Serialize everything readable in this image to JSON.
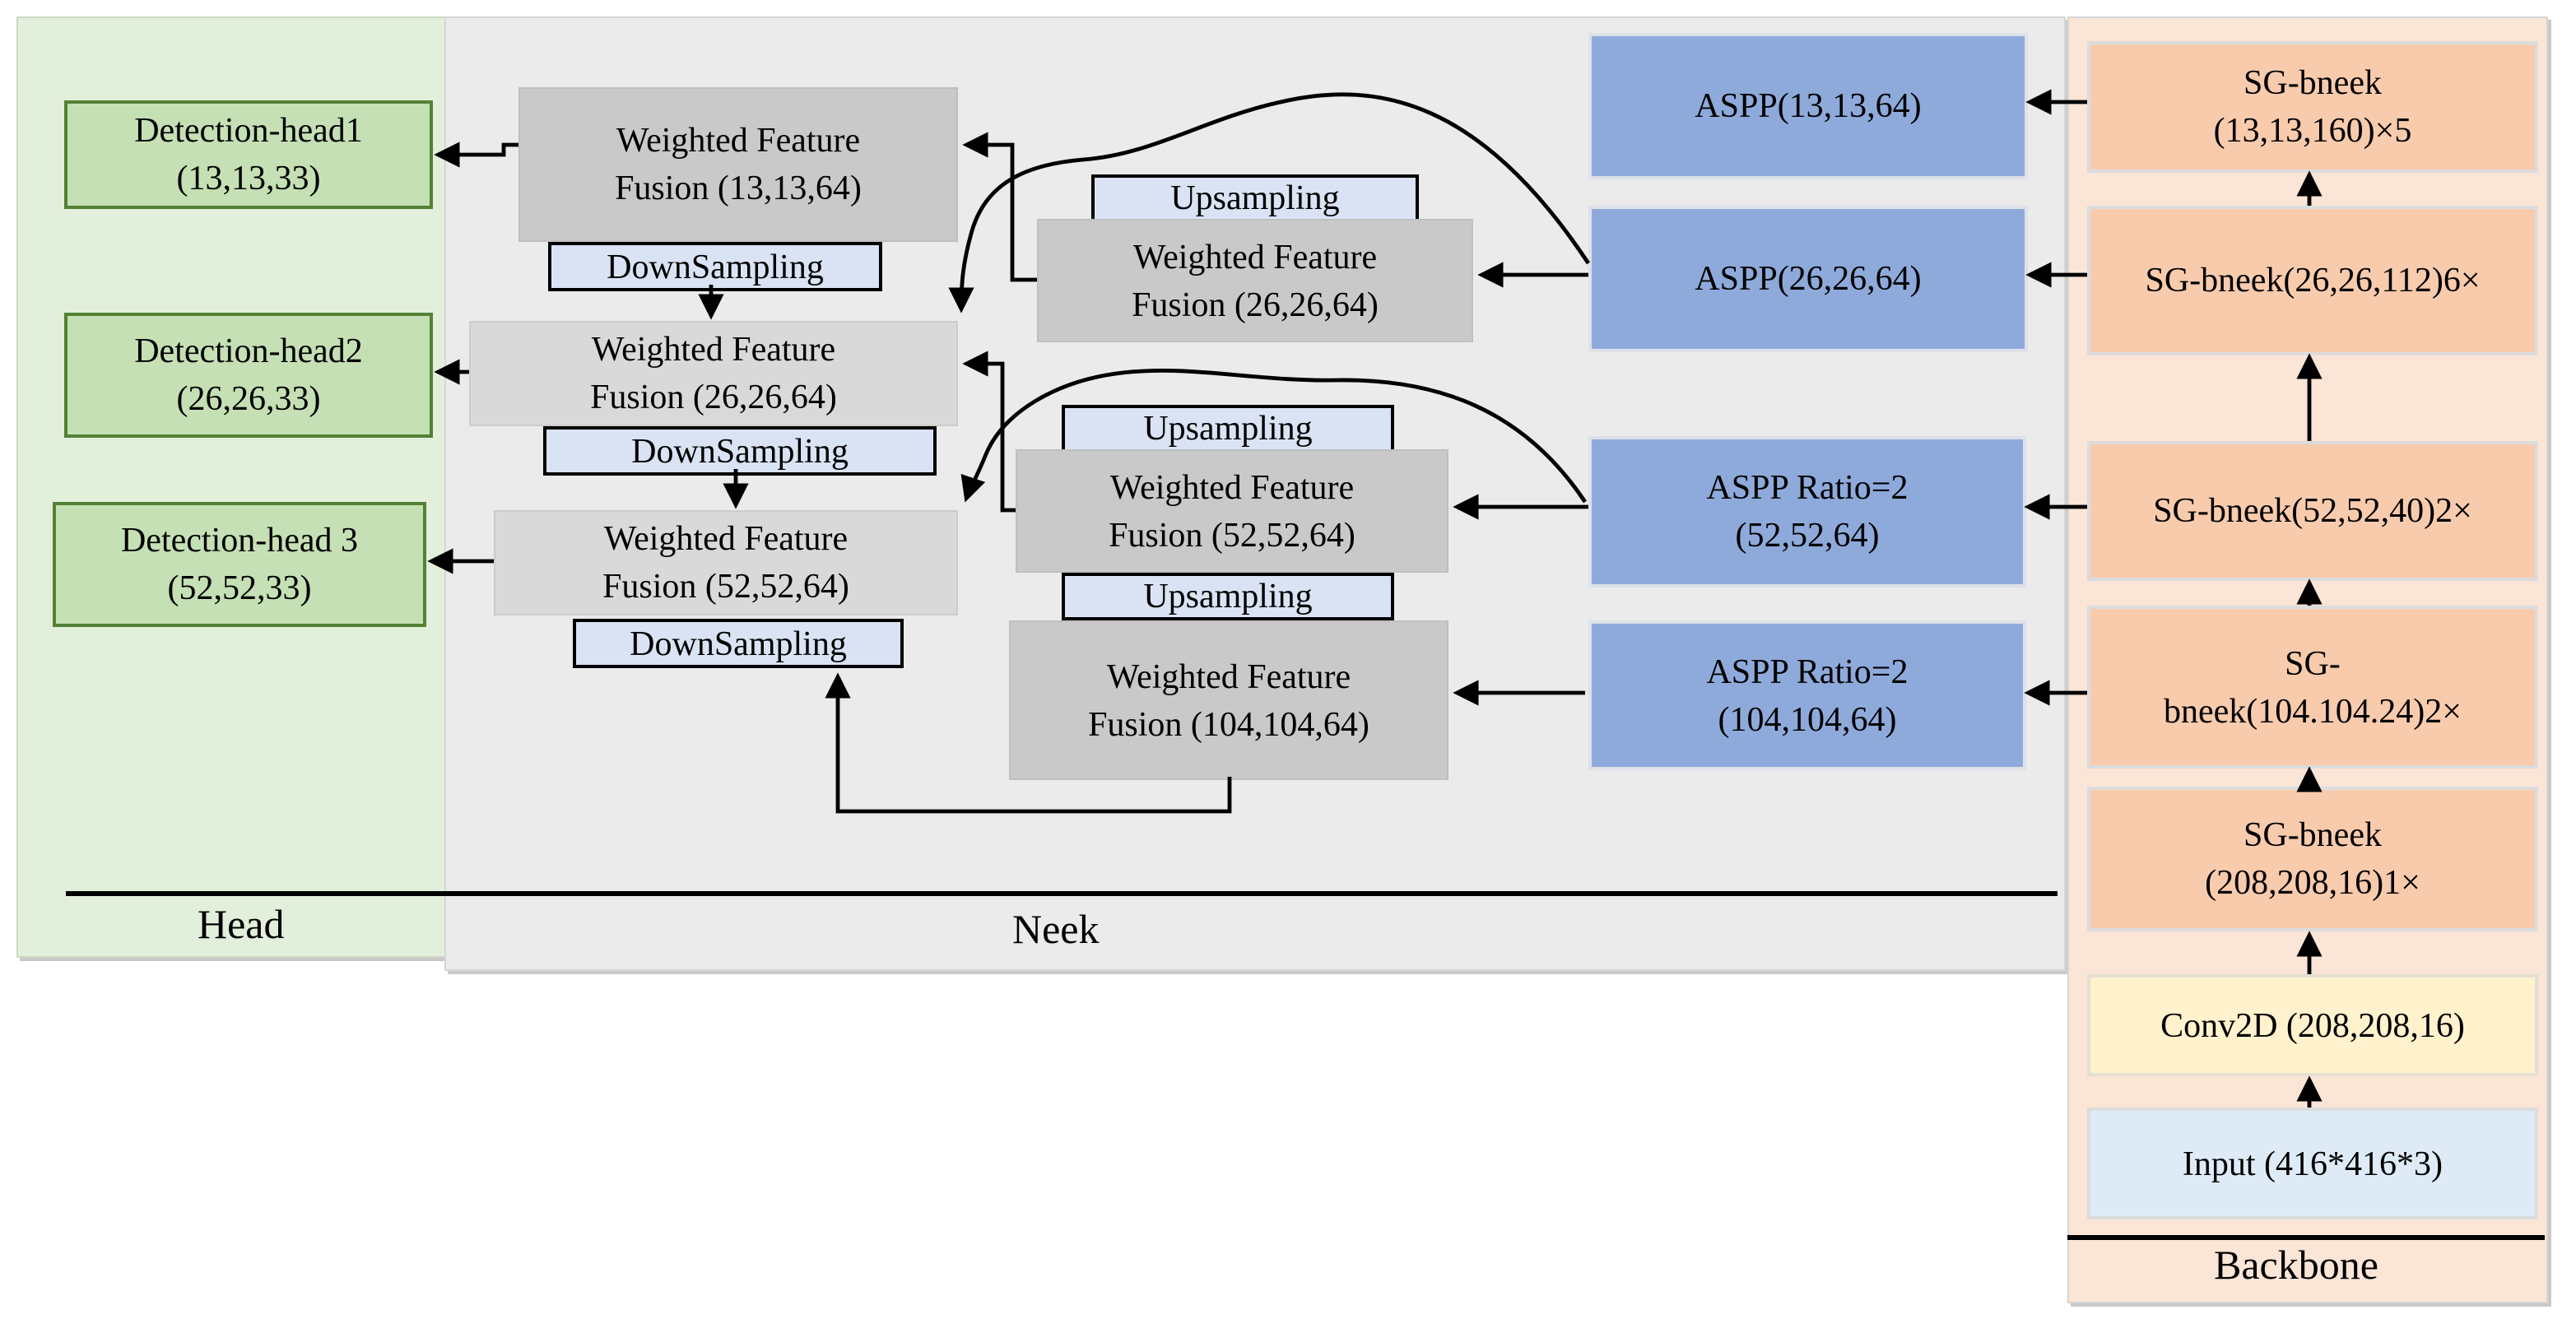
{
  "sections": {
    "head_label": "Head",
    "neck_label": "Neek",
    "backbone_label": "Backbone"
  },
  "head": {
    "detection_head1": {
      "line1": "Detection-head1",
      "line2": "(13,13,33)"
    },
    "detection_head2": {
      "line1": "Detection-head2",
      "line2": "(26,26,33)"
    },
    "detection_head3": {
      "line1": "Detection-head 3",
      "line2": "(52,52,33)"
    }
  },
  "neck": {
    "wff13": {
      "line1": "Weighted Feature",
      "line2": "Fusion (13,13,64)"
    },
    "wff26_left": {
      "line1": "Weighted Feature",
      "line2": "Fusion (26,26,64)"
    },
    "wff52_left": {
      "line1": "Weighted Feature",
      "line2": "Fusion (52,52,64)"
    },
    "wff26_mid": {
      "line1": "Weighted Feature",
      "line2": "Fusion (26,26,64)"
    },
    "wff52_mid": {
      "line1": "Weighted Feature",
      "line2": "Fusion (52,52,64)"
    },
    "wff104_mid": {
      "line1": "Weighted Feature",
      "line2": "Fusion (104,104,64)"
    },
    "downsampling1": "DownSampling",
    "downsampling2": "DownSampling",
    "downsampling3": "DownSampling",
    "upsampling1": "Upsampling",
    "upsampling2": "Upsampling",
    "upsampling3": "Upsampling",
    "aspp13": {
      "line1": "ASPP(13,13,64)"
    },
    "aspp26": {
      "line1": "ASPP(26,26,64)"
    },
    "aspp52": {
      "line1": "ASPP Ratio=2",
      "line2": "(52,52,64)"
    },
    "aspp104": {
      "line1": "ASPP Ratio=2",
      "line2": "(104,104,64)"
    }
  },
  "backbone": {
    "sg13": {
      "line1": "SG-bneek",
      "line2": "(13,13,160)×5"
    },
    "sg26": {
      "line1": "SG-bneek(26,26,112)6×"
    },
    "sg52": {
      "line1": "SG-bneek(52,52,40)2×"
    },
    "sg104": {
      "line1": "SG-",
      "line2": "bneek(104.104.24)2×"
    },
    "sg208": {
      "line1": "SG-bneek",
      "line2": "(208,208,16)1×"
    },
    "conv2d": {
      "line1": "Conv2D (208,208,16)"
    },
    "input": {
      "line1": "Input (416*416*3)"
    }
  },
  "colors": {
    "head_panel": "#e2efda",
    "neck_panel": "#ebebeb",
    "backbone_panel": "#fbe5d6",
    "detection_box": "#c5e0b4",
    "detection_border": "#538135",
    "fusion_dark": "#c9c9c9",
    "fusion_light": "#d9d9d9",
    "sampling_box": "#dae3f3",
    "aspp_box": "#8eaadb",
    "sg_box": "#f8cbad",
    "conv_box": "#fff2cc",
    "input_box": "#deebf7",
    "line": "#000000"
  },
  "connections": [
    {
      "from": "input",
      "to": "conv2d"
    },
    {
      "from": "conv2d",
      "to": "sg208"
    },
    {
      "from": "sg208",
      "to": "sg104"
    },
    {
      "from": "sg104",
      "to": "sg52"
    },
    {
      "from": "sg52",
      "to": "sg26"
    },
    {
      "from": "sg26",
      "to": "sg13"
    },
    {
      "from": "sg13",
      "to": "aspp13"
    },
    {
      "from": "sg26",
      "to": "aspp26"
    },
    {
      "from": "sg52",
      "to": "aspp52"
    },
    {
      "from": "sg104",
      "to": "aspp104"
    },
    {
      "from": "aspp26",
      "to": "wff26_mid"
    },
    {
      "from": "aspp52",
      "to": "wff52_mid"
    },
    {
      "from": "aspp104",
      "to": "wff104_mid"
    },
    {
      "from": "aspp26",
      "to": "wff26_left",
      "style": "curve"
    },
    {
      "from": "aspp52",
      "to": "wff52_left",
      "style": "curve"
    },
    {
      "from": "wff26_mid",
      "to": "wff13"
    },
    {
      "from": "wff52_mid",
      "to": "wff26_left"
    },
    {
      "from": "wff104_mid",
      "to": "downsampling3"
    },
    {
      "from": "downsampling1",
      "to": "wff26_left"
    },
    {
      "from": "downsampling2",
      "to": "wff52_left"
    },
    {
      "from": "wff13",
      "to": "detection_head1"
    },
    {
      "from": "wff26_left",
      "to": "detection_head2"
    },
    {
      "from": "wff52_left",
      "to": "detection_head3"
    }
  ]
}
